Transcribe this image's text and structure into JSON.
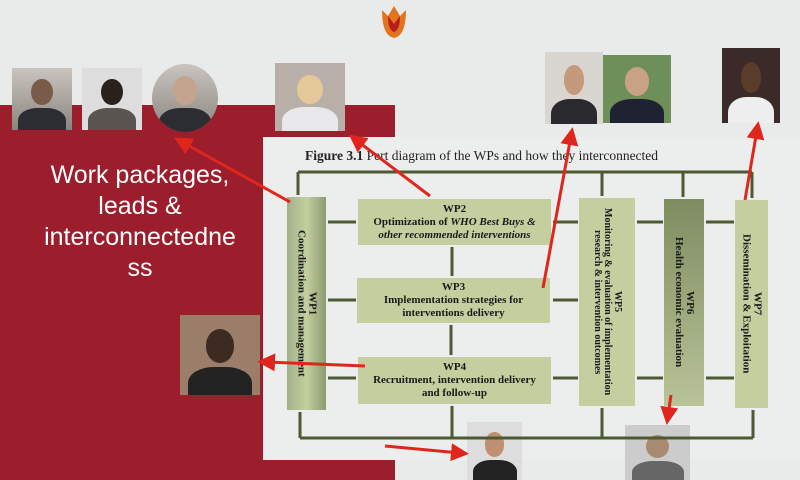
{
  "slide": {
    "title": "Work packages, leads & interconnectedness",
    "title_lines": [
      "Work packages,",
      "leads &",
      "interconnectedne",
      "ss"
    ]
  },
  "figure": {
    "caption_bold": "Figure 3.1",
    "caption_rest": " Pert diagram of the WPs and how they interconnected",
    "wp1": {
      "id": "WP1",
      "label": "Coordination and management"
    },
    "wp2": {
      "id": "WP2",
      "label_a": "Optimization of ",
      "label_em": "WHO Best Buys &",
      "label_b": "other recommended interventions"
    },
    "wp3": {
      "id": "WP3",
      "label": "Implementation strategies for interventions delivery"
    },
    "wp4": {
      "id": "WP4",
      "label": "Recruitment, intervention delivery and follow-up"
    },
    "wp5": {
      "id": "WP5",
      "label": "Monitoring & evaluation of implementation research & intervention outcomes"
    },
    "wp6": {
      "id": "WP6",
      "label": "Health economic evaluation"
    },
    "wp7": {
      "id": "WP7",
      "label": "Dissemination & Exploitation"
    }
  },
  "colors": {
    "slide_red": "#9c1d2b",
    "box_green": "#c3cf9f",
    "arrow_red": "#e0261c",
    "connector": "#4b5a33"
  }
}
